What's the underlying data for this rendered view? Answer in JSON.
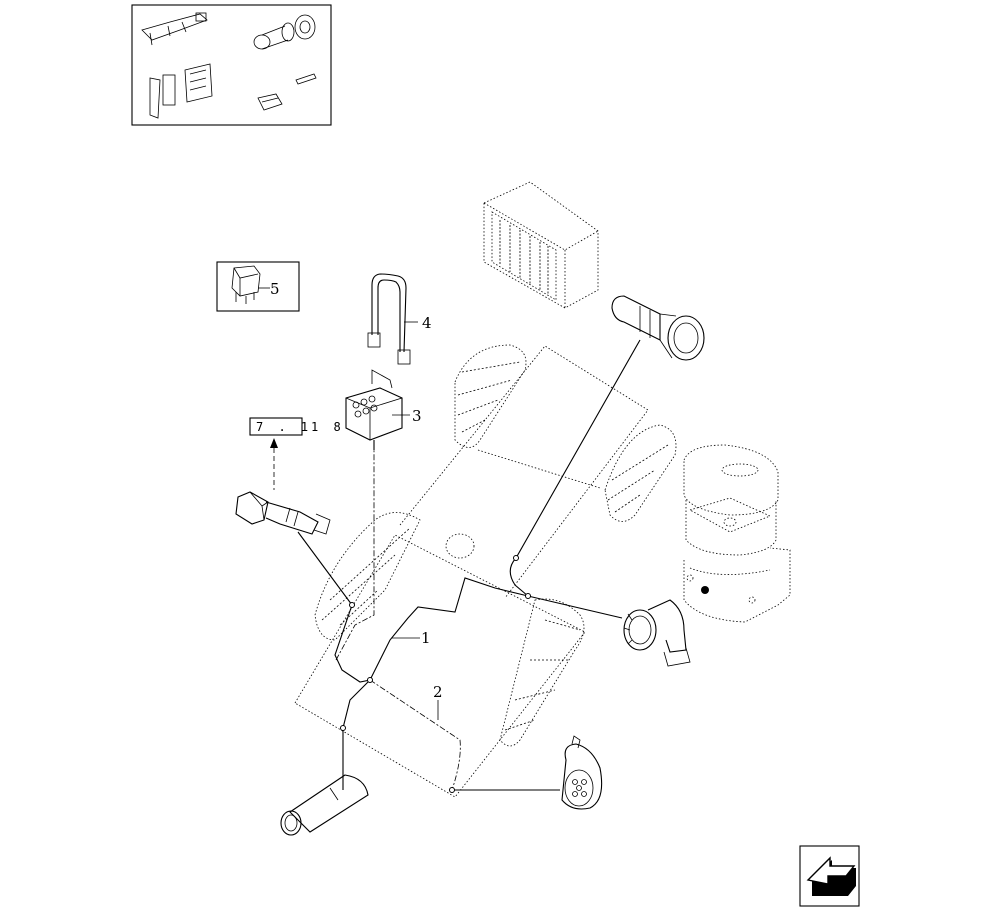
{
  "callouts": {
    "c1": "1",
    "c2": "2",
    "c3": "3",
    "c4": "4",
    "c5": "5"
  },
  "reference": {
    "box_text": "7 . 1",
    "suffix_text": "1 8"
  },
  "icons": {
    "nav": "back-arrow-icon"
  }
}
